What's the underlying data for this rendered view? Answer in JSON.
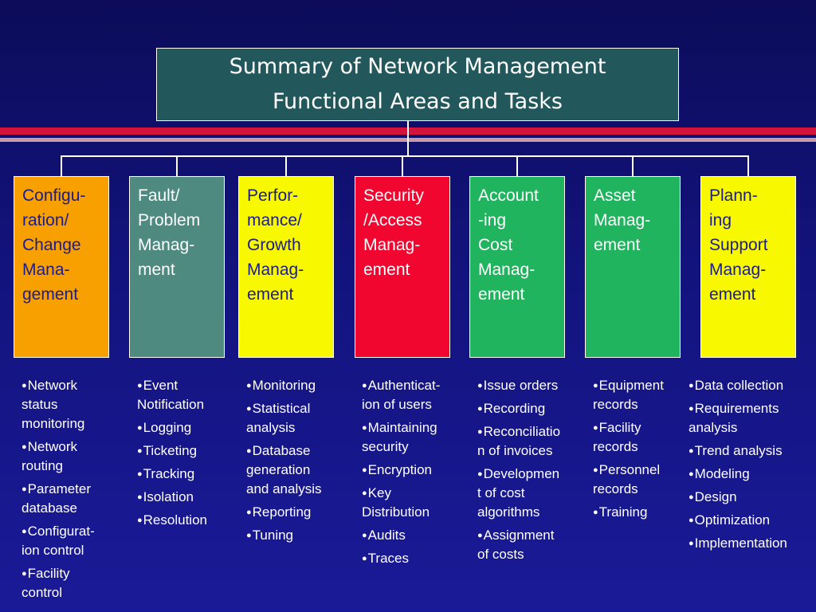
{
  "title": {
    "lines": [
      "Summary of Network Management",
      "Functional Areas and Tasks"
    ]
  },
  "colors": {
    "orange": "#f7a000",
    "teal": "#4e8a80",
    "yellow": "#f8f800",
    "red": "#f0062e",
    "green": "#20b45e",
    "title_bg": "#22585c",
    "background": "#13137e"
  },
  "bullet_symbol": "●",
  "categories": [
    {
      "id": "config",
      "color": "#f7a000",
      "text_color": "#1c1c8c",
      "label_lines": [
        "Configu-",
        "ration/",
        "Change",
        "Mana-",
        "gement"
      ],
      "tasks": [
        [
          "Network",
          "status",
          "monitoring"
        ],
        [
          "Network",
          "routing"
        ],
        [
          "Parameter",
          "database"
        ],
        [
          "Configurat-",
          "ion control"
        ],
        [
          "Facility",
          "control"
        ]
      ]
    },
    {
      "id": "fault",
      "color": "#4e8a80",
      "text_color": "#ffffff",
      "label_lines": [
        "Fault/",
        "Problem",
        "Manag-",
        "ment"
      ],
      "tasks": [
        [
          "Event",
          "Notification"
        ],
        [
          "Logging"
        ],
        [
          "Ticketing"
        ],
        [
          "Tracking"
        ],
        [
          "Isolation"
        ],
        [
          "Resolution"
        ]
      ]
    },
    {
      "id": "performance",
      "color": "#f8f800",
      "text_color": "#1c1c8c",
      "label_lines": [
        "Perfor-",
        "mance/",
        "Growth",
        "Manag-",
        "ement"
      ],
      "tasks": [
        [
          "Monitoring"
        ],
        [
          "Statistical",
          "analysis"
        ],
        [
          "Database",
          "generation",
          "and analysis"
        ],
        [
          "Reporting"
        ],
        [
          "Tuning"
        ]
      ]
    },
    {
      "id": "security",
      "color": "#f0062e",
      "text_color": "#ffffff",
      "label_lines": [
        "Security",
        "/Access",
        "Manag-",
        "ement"
      ],
      "tasks": [
        [
          "Authenticat-",
          "ion of users"
        ],
        [
          "Maintaining",
          "security"
        ],
        [
          "Encryption"
        ],
        [
          "Key",
          "Distribution"
        ],
        [
          "Audits"
        ],
        [
          "Traces"
        ]
      ]
    },
    {
      "id": "accounting",
      "color": "#20b45e",
      "text_color": "#ffffff",
      "label_lines": [
        "Account",
        "-ing",
        "Cost",
        "Manag-",
        "ement"
      ],
      "tasks": [
        [
          "Issue orders"
        ],
        [
          "Recording"
        ],
        [
          "Reconciliatio",
          "n of invoices"
        ],
        [
          "Developmen",
          "t of cost",
          "algorithms"
        ],
        [
          "Assignment",
          "of costs"
        ]
      ]
    },
    {
      "id": "asset",
      "color": "#20b45e",
      "text_color": "#ffffff",
      "label_lines": [
        "Asset",
        "Manag-",
        "ement"
      ],
      "tasks": [
        [
          "Equipment",
          "records"
        ],
        [
          "Facility",
          "records"
        ],
        [
          "Personnel",
          "records"
        ],
        [
          "Training"
        ]
      ]
    },
    {
      "id": "planning",
      "color": "#f8f800",
      "text_color": "#1c1c8c",
      "label_lines": [
        "Plann-",
        "ing",
        "Support",
        "Manag-",
        "ement"
      ],
      "tasks": [
        [
          "Data collection"
        ],
        [
          "Requirements",
          "analysis"
        ],
        [
          "Trend analysis"
        ],
        [
          "Modeling"
        ],
        [
          "Design"
        ],
        [
          "Optimization"
        ],
        [
          "Implementation"
        ]
      ]
    }
  ]
}
